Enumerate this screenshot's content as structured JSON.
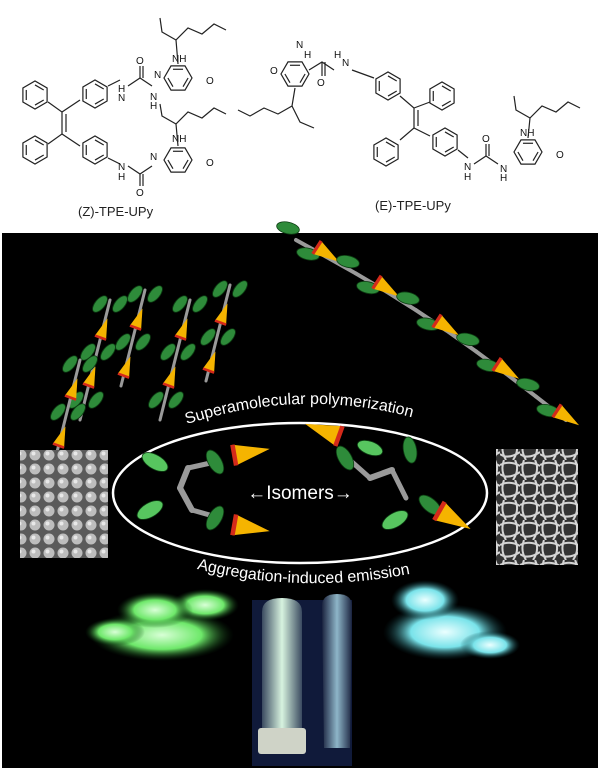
{
  "structures": {
    "z_isomer": {
      "label": "(Z)-TPE-UPy"
    },
    "e_isomer": {
      "label": "(E)-TPE-UPy"
    },
    "atoms": {
      "nh": "NH",
      "n": "N",
      "h": "H",
      "o": "O"
    }
  },
  "panel": {
    "arc_top": "Superamolecular polymerization",
    "arc_bottom": "Aggregation-induced emission",
    "center": "←Isomers→"
  },
  "colors": {
    "panel_bg": "#000000",
    "tpe_green": "#2e8b3a",
    "tpe_green_light": "#57c55f",
    "upy_yellow": "#f5b400",
    "upy_red": "#d42a1a",
    "linker_gray": "#9a9a9a",
    "powder_green": "#7cff7a",
    "powder_cyan": "#7fe9ef",
    "vial_glow": "#c8f0d0"
  }
}
